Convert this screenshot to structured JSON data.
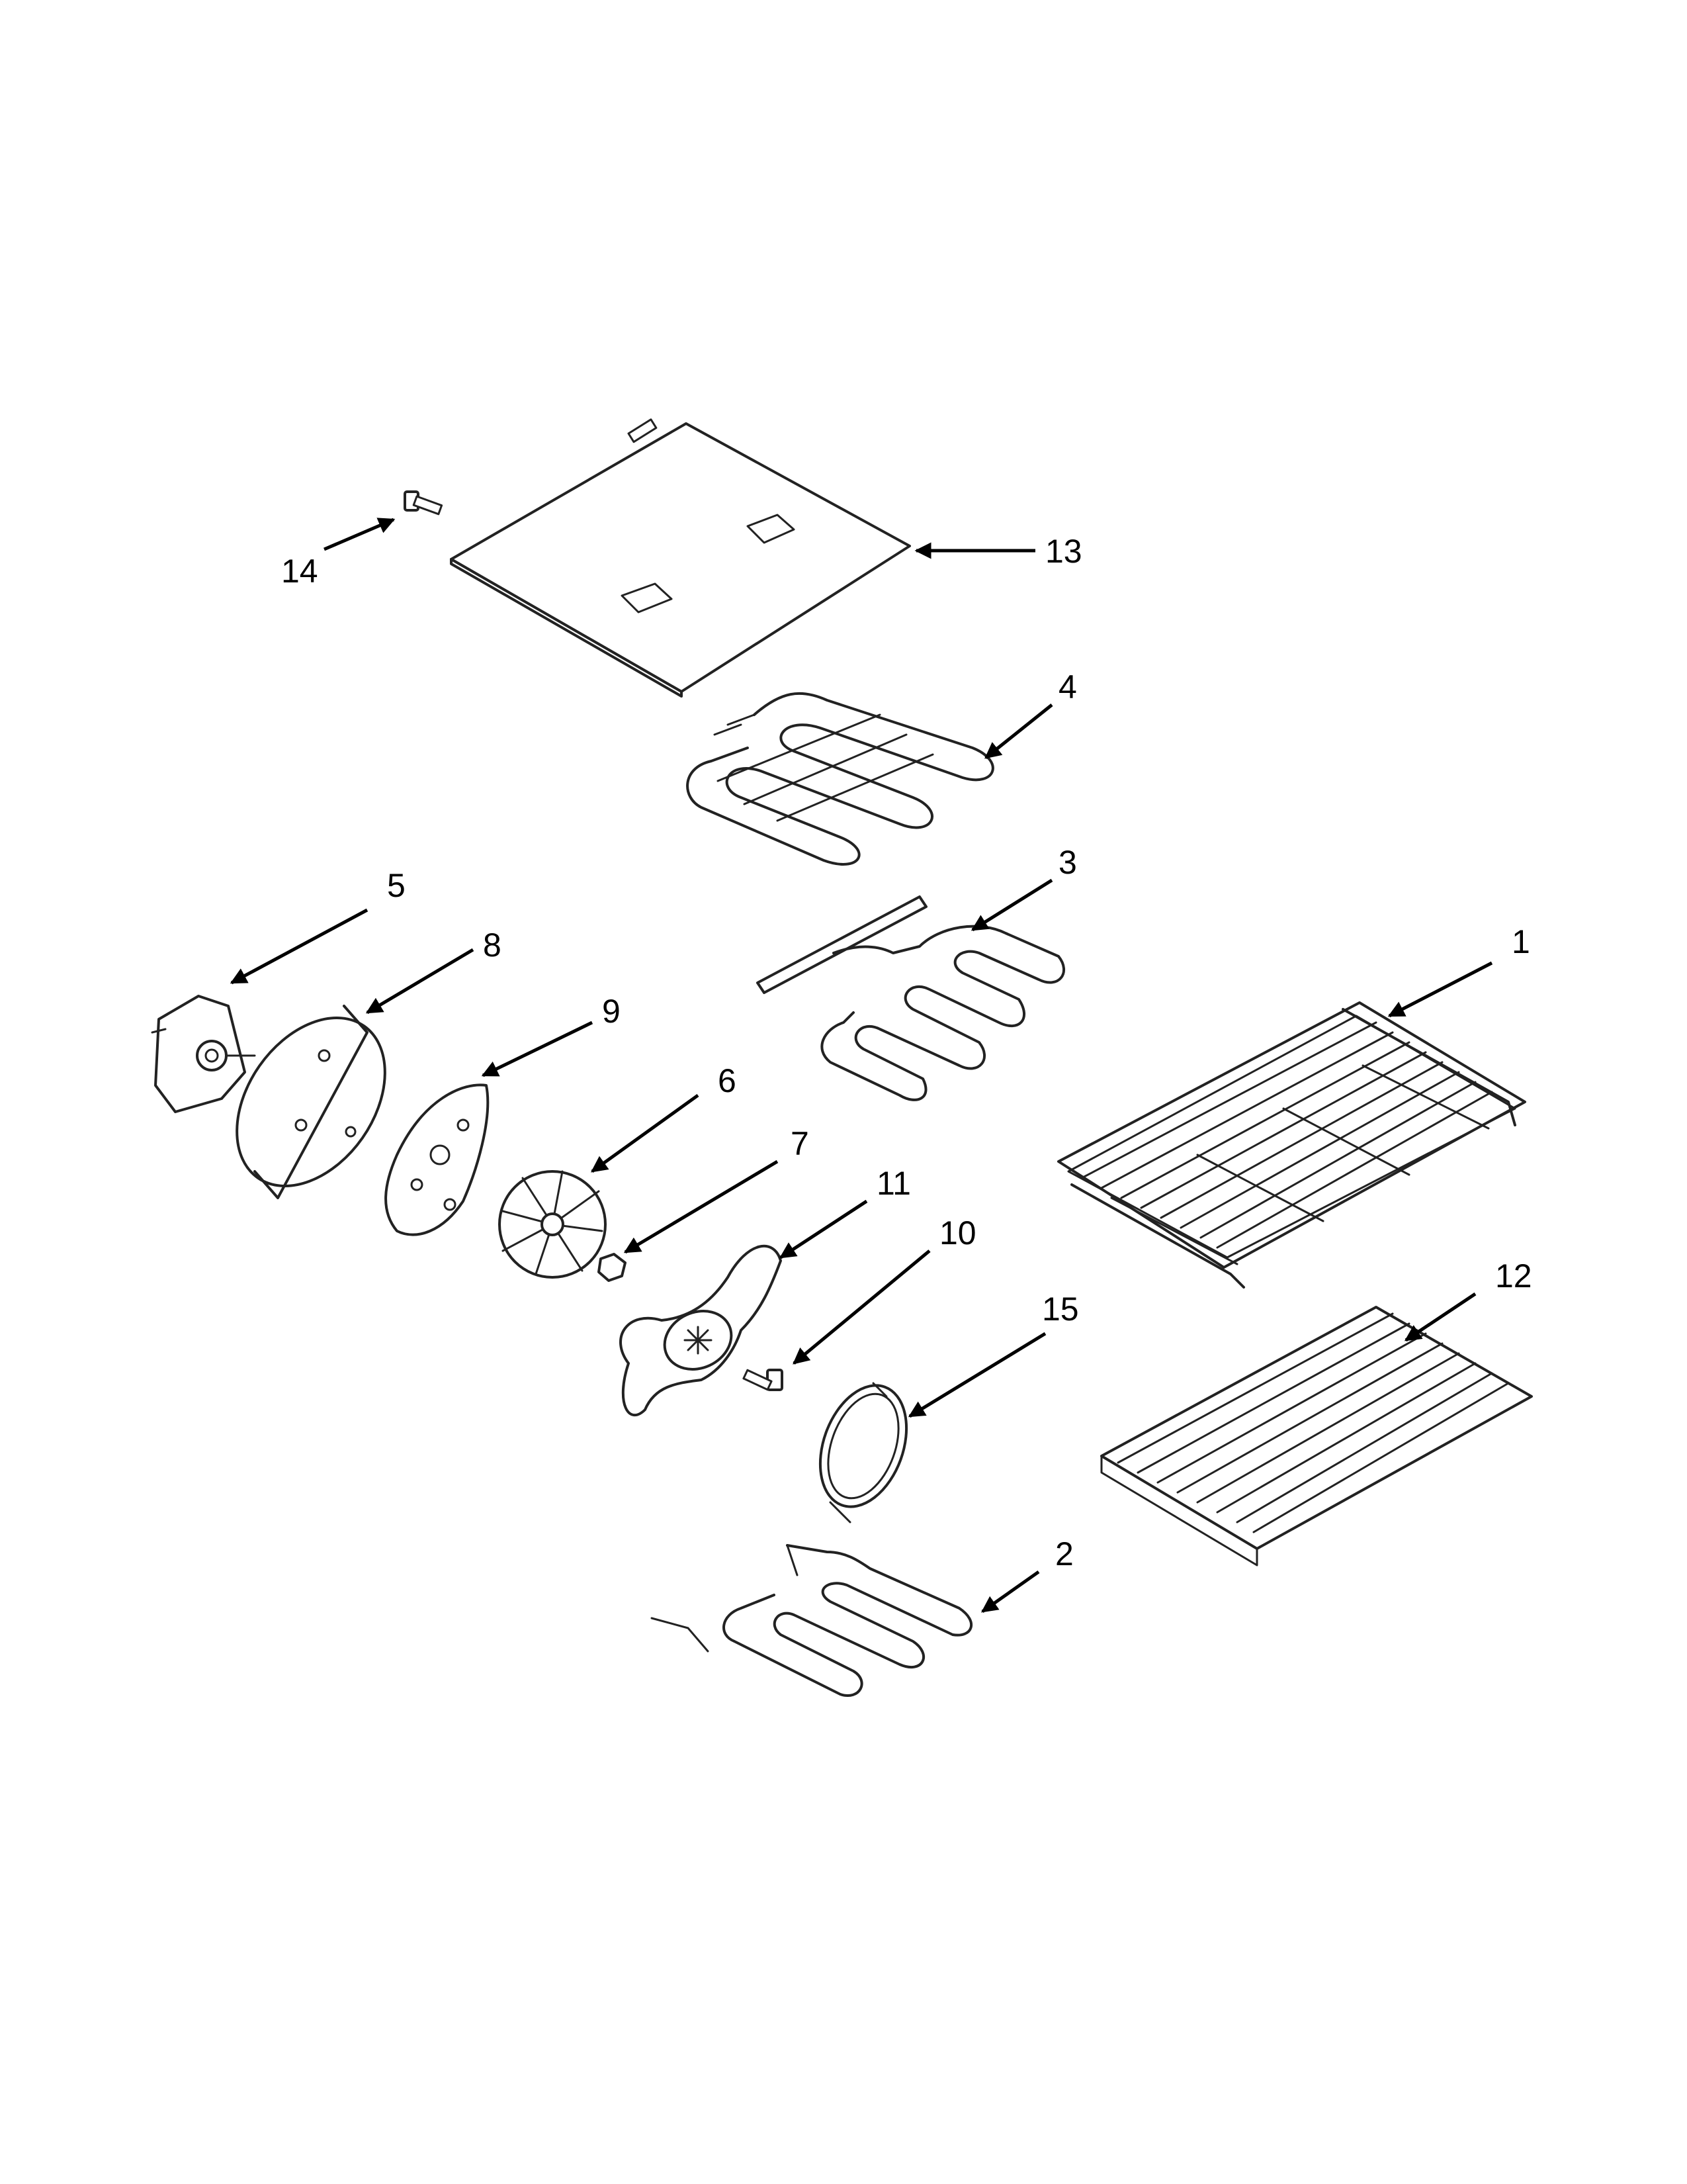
{
  "colors": {
    "ink": "#000000",
    "line": "#222222",
    "background": "#ffffff"
  },
  "callouts": [
    {
      "id": "1",
      "label": "1"
    },
    {
      "id": "2",
      "label": "2"
    },
    {
      "id": "3",
      "label": "3"
    },
    {
      "id": "4",
      "label": "4"
    },
    {
      "id": "5",
      "label": "5"
    },
    {
      "id": "6",
      "label": "6"
    },
    {
      "id": "7",
      "label": "7"
    },
    {
      "id": "8",
      "label": "8"
    },
    {
      "id": "9",
      "label": "9"
    },
    {
      "id": "10",
      "label": "10"
    },
    {
      "id": "11",
      "label": "11"
    },
    {
      "id": "12",
      "label": "12"
    },
    {
      "id": "13",
      "label": "13"
    },
    {
      "id": "14",
      "label": "14"
    },
    {
      "id": "15",
      "label": "15"
    }
  ]
}
